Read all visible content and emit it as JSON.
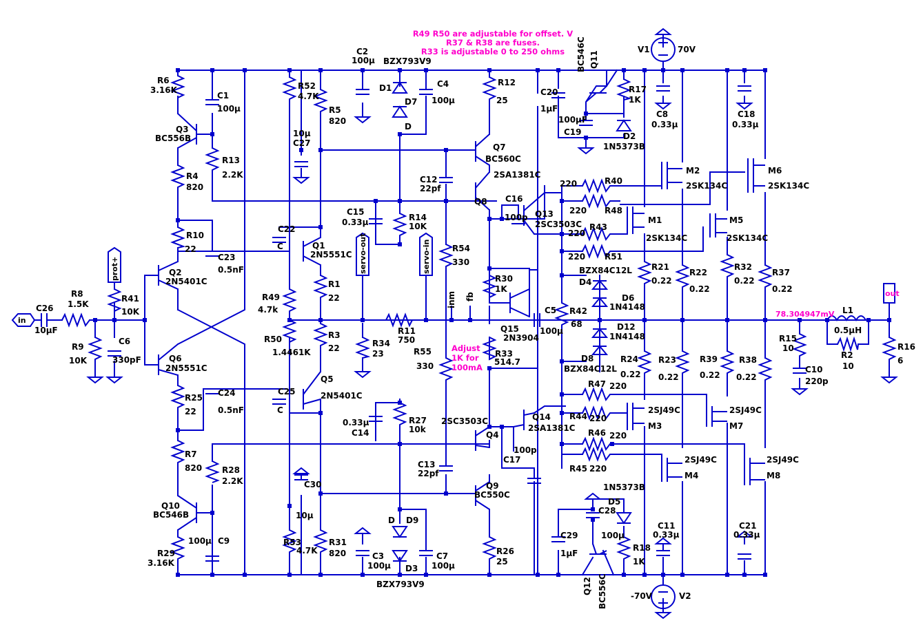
{
  "notes": [
    "R49 R50 are adjustable for offset. V",
    "R37 & R38 are fuses.",
    "R33 is adjustable 0 to 250 ohms"
  ],
  "probe_value": "78.304947mV",
  "adjust_note": [
    "Adjust",
    "1K for",
    "100mA"
  ],
  "ports": {
    "in": "in",
    "out": "out",
    "prot": "prot+",
    "servo_out": "servo-out",
    "servo_in": "servo-in"
  },
  "nets": {
    "inm": "inm",
    "fb": "fb"
  },
  "supplies": {
    "v1_name": "V1",
    "v1_value": "70V",
    "v2_name": "V2",
    "v2_value": "-70V"
  },
  "labels": {
    "R6": "R6",
    "R6v": "3.16K",
    "C1": "C1",
    "C1v": "100µ",
    "Q3": "Q3",
    "Q3t": "BC556B",
    "R13": "R13",
    "R13v": "2.2K",
    "R4": "R4",
    "R4v": "820",
    "R10": "R10",
    "R10v": "22",
    "C23": "C23",
    "C23v": "0.5nF",
    "Q2": "Q2",
    "Q2t": "2N5401C",
    "R8": "R8",
    "R8v": "1.5K",
    "C26": "C26",
    "C26v": "10µF",
    "R9": "R9",
    "R9v": "10K",
    "R41": "R41",
    "R41v": "10K",
    "C6": "C6",
    "C6v": "330pF",
    "Q6": "Q6",
    "Q6t": "2N5551C",
    "R25": "R25",
    "R25v": "22",
    "C24": "C24",
    "C24v": "0.5nF",
    "R7": "R7",
    "R7v": "820",
    "R28": "R28",
    "R28v": "2.2K",
    "Q10": "Q10",
    "Q10t": "BC546B",
    "C9": "C9",
    "C9v": "100µ",
    "R29": "R29",
    "R29v": "3.16K",
    "R52": "R52",
    "R52v": "4.7K",
    "R5": "R5",
    "R5v": "820",
    "C27": "C27",
    "C27v": "10µ",
    "C22": "C22",
    "C22c": "C",
    "Q1": "Q1",
    "Q1t": "2N5551C",
    "R1": "R1",
    "R1v": "22",
    "R49": "R49",
    "R49v": "4.7k",
    "R50": "R50",
    "R50v": "1.4461K",
    "R3": "R3",
    "R3v": "22",
    "C25": "C25",
    "C25c": "C",
    "Q5": "Q5",
    "Q5t": "2N5401C",
    "C30": "C30",
    "C30v": "10µ",
    "R53": "R53",
    "R53v": "4.7K",
    "R31": "R31",
    "R31v": "820",
    "C2": "C2",
    "C2v": "100µ",
    "D1": "D1",
    "D7": "D7",
    "D7c": "D",
    "BZX1": "BZX793V9",
    "C4": "C4",
    "C4v": "100µ",
    "R12": "R12",
    "R12v": "25",
    "Q7": "Q7",
    "Q7t": "BC560C",
    "R14": "R14",
    "R14v": "10K",
    "C15": "C15",
    "C15v": "0.33µ",
    "R54": "R54",
    "R54v": "330",
    "C12": "C12",
    "C12v": "22pf",
    "Q8": "Q8",
    "Q8t": "2SA1381C",
    "C16": "C16",
    "C16v": "100p",
    "Q13": "Q13",
    "Q13t": "2SC3503C",
    "R30": "R30",
    "R30v": "1K",
    "Q15": "Q15",
    "Q15t": "2N3904",
    "R33": "R33",
    "R33v": "514.7",
    "C5": "C5",
    "C5v": "100µ",
    "R11": "R11",
    "R11v": "750",
    "R34": "R34",
    "R34v": "23",
    "R55": "R55",
    "R55v": "330",
    "R27": "R27",
    "R27v": "10k",
    "C14": "C14",
    "C14v": "0.33µ",
    "Q4": "Q4",
    "Q4t": "2SC3503C",
    "Q14": "Q14",
    "Q14t": "2SA1381C",
    "C17": "C17",
    "C17v": "100p",
    "C13": "C13",
    "C13v": "22pf",
    "Q9": "Q9",
    "Q9t": "BC550C",
    "D9": "D9",
    "D9c": "D",
    "D3": "D3",
    "C3": "C3",
    "C3v": "100µ",
    "C7": "C7",
    "C7v": "100µ",
    "BZX2": "BZX793V9",
    "R26": "R26",
    "R26v": "25",
    "C20": "C20",
    "C20v": "1µF",
    "C19": "C19",
    "C19v": "100µF",
    "Q11": "Q11",
    "Q11t": "BC546C",
    "R17": "R17",
    "R17v": "1K",
    "D2": "D2",
    "D2t": "1N5373B",
    "C8": "C8",
    "C8v": "0.33µ",
    "C18": "C18",
    "C18v": "0.33µ",
    "R40": "R40",
    "R40v": "220",
    "R48": "R48",
    "R48v": "220",
    "R43": "R43",
    "R43v": "220",
    "R51": "R51",
    "R51v": "220",
    "M1": "M1",
    "M1t": "2SK134C",
    "M2": "M2",
    "M2t": "2SK134C",
    "M5": "M5",
    "M5t": "2SK134C",
    "M6": "M6",
    "M6t": "2SK134C",
    "D4": "D4",
    "D4t": "BZX84C12L",
    "D6": "D6",
    "D6t": "1N4148",
    "D12": "D12",
    "D12t": "1N4148",
    "D8": "D8",
    "D8t": "BZX84C12L",
    "R42": "R42",
    "R42v": "68",
    "R21": "R21",
    "R21v": "0.22",
    "R22": "R22",
    "R22v": "0.22",
    "R32": "R32",
    "R32v": "0.22",
    "R37": "R37",
    "R37v": "0.22",
    "R24": "R24",
    "R24v": "0.22",
    "R23": "R23",
    "R23v": "0.22",
    "R39": "R39",
    "R39v": "0.22",
    "R38": "R38",
    "R38v": "0.22",
    "R47": "R47",
    "R47v": "220",
    "R44": "R44",
    "R44v": "220",
    "R46": "R46",
    "R46v": "220",
    "R45": "R45",
    "R45v": "220",
    "M3": "M3",
    "M3t": "2SJ49C",
    "M4": "M4",
    "M4t": "2SJ49C",
    "M7": "M7",
    "M7t": "2SJ49C",
    "M8": "M8",
    "M8t": "2SJ49C",
    "D5": "D5",
    "D5t": "1N5373B",
    "C28": "C28",
    "C28v": "100µ",
    "C29": "C29",
    "C29v": "1µF",
    "R18": "R18",
    "R18v": "1K",
    "Q12": "Q12",
    "Q12t": "BC556C",
    "C11": "C11",
    "C11v": "0.33µ",
    "C21": "C21",
    "C21v": "0.33µ",
    "R15": "R15",
    "R15v": "10",
    "C10": "C10",
    "C10v": "220p",
    "L1": "L1",
    "L1v": "0.5µH",
    "R2": "R2",
    "R2v": "10",
    "R16": "R16",
    "R16v": "6"
  },
  "colors": {
    "wire": "#0000cc",
    "text": "#000000",
    "annotation": "#ff00cc",
    "background": "#ffffff"
  }
}
